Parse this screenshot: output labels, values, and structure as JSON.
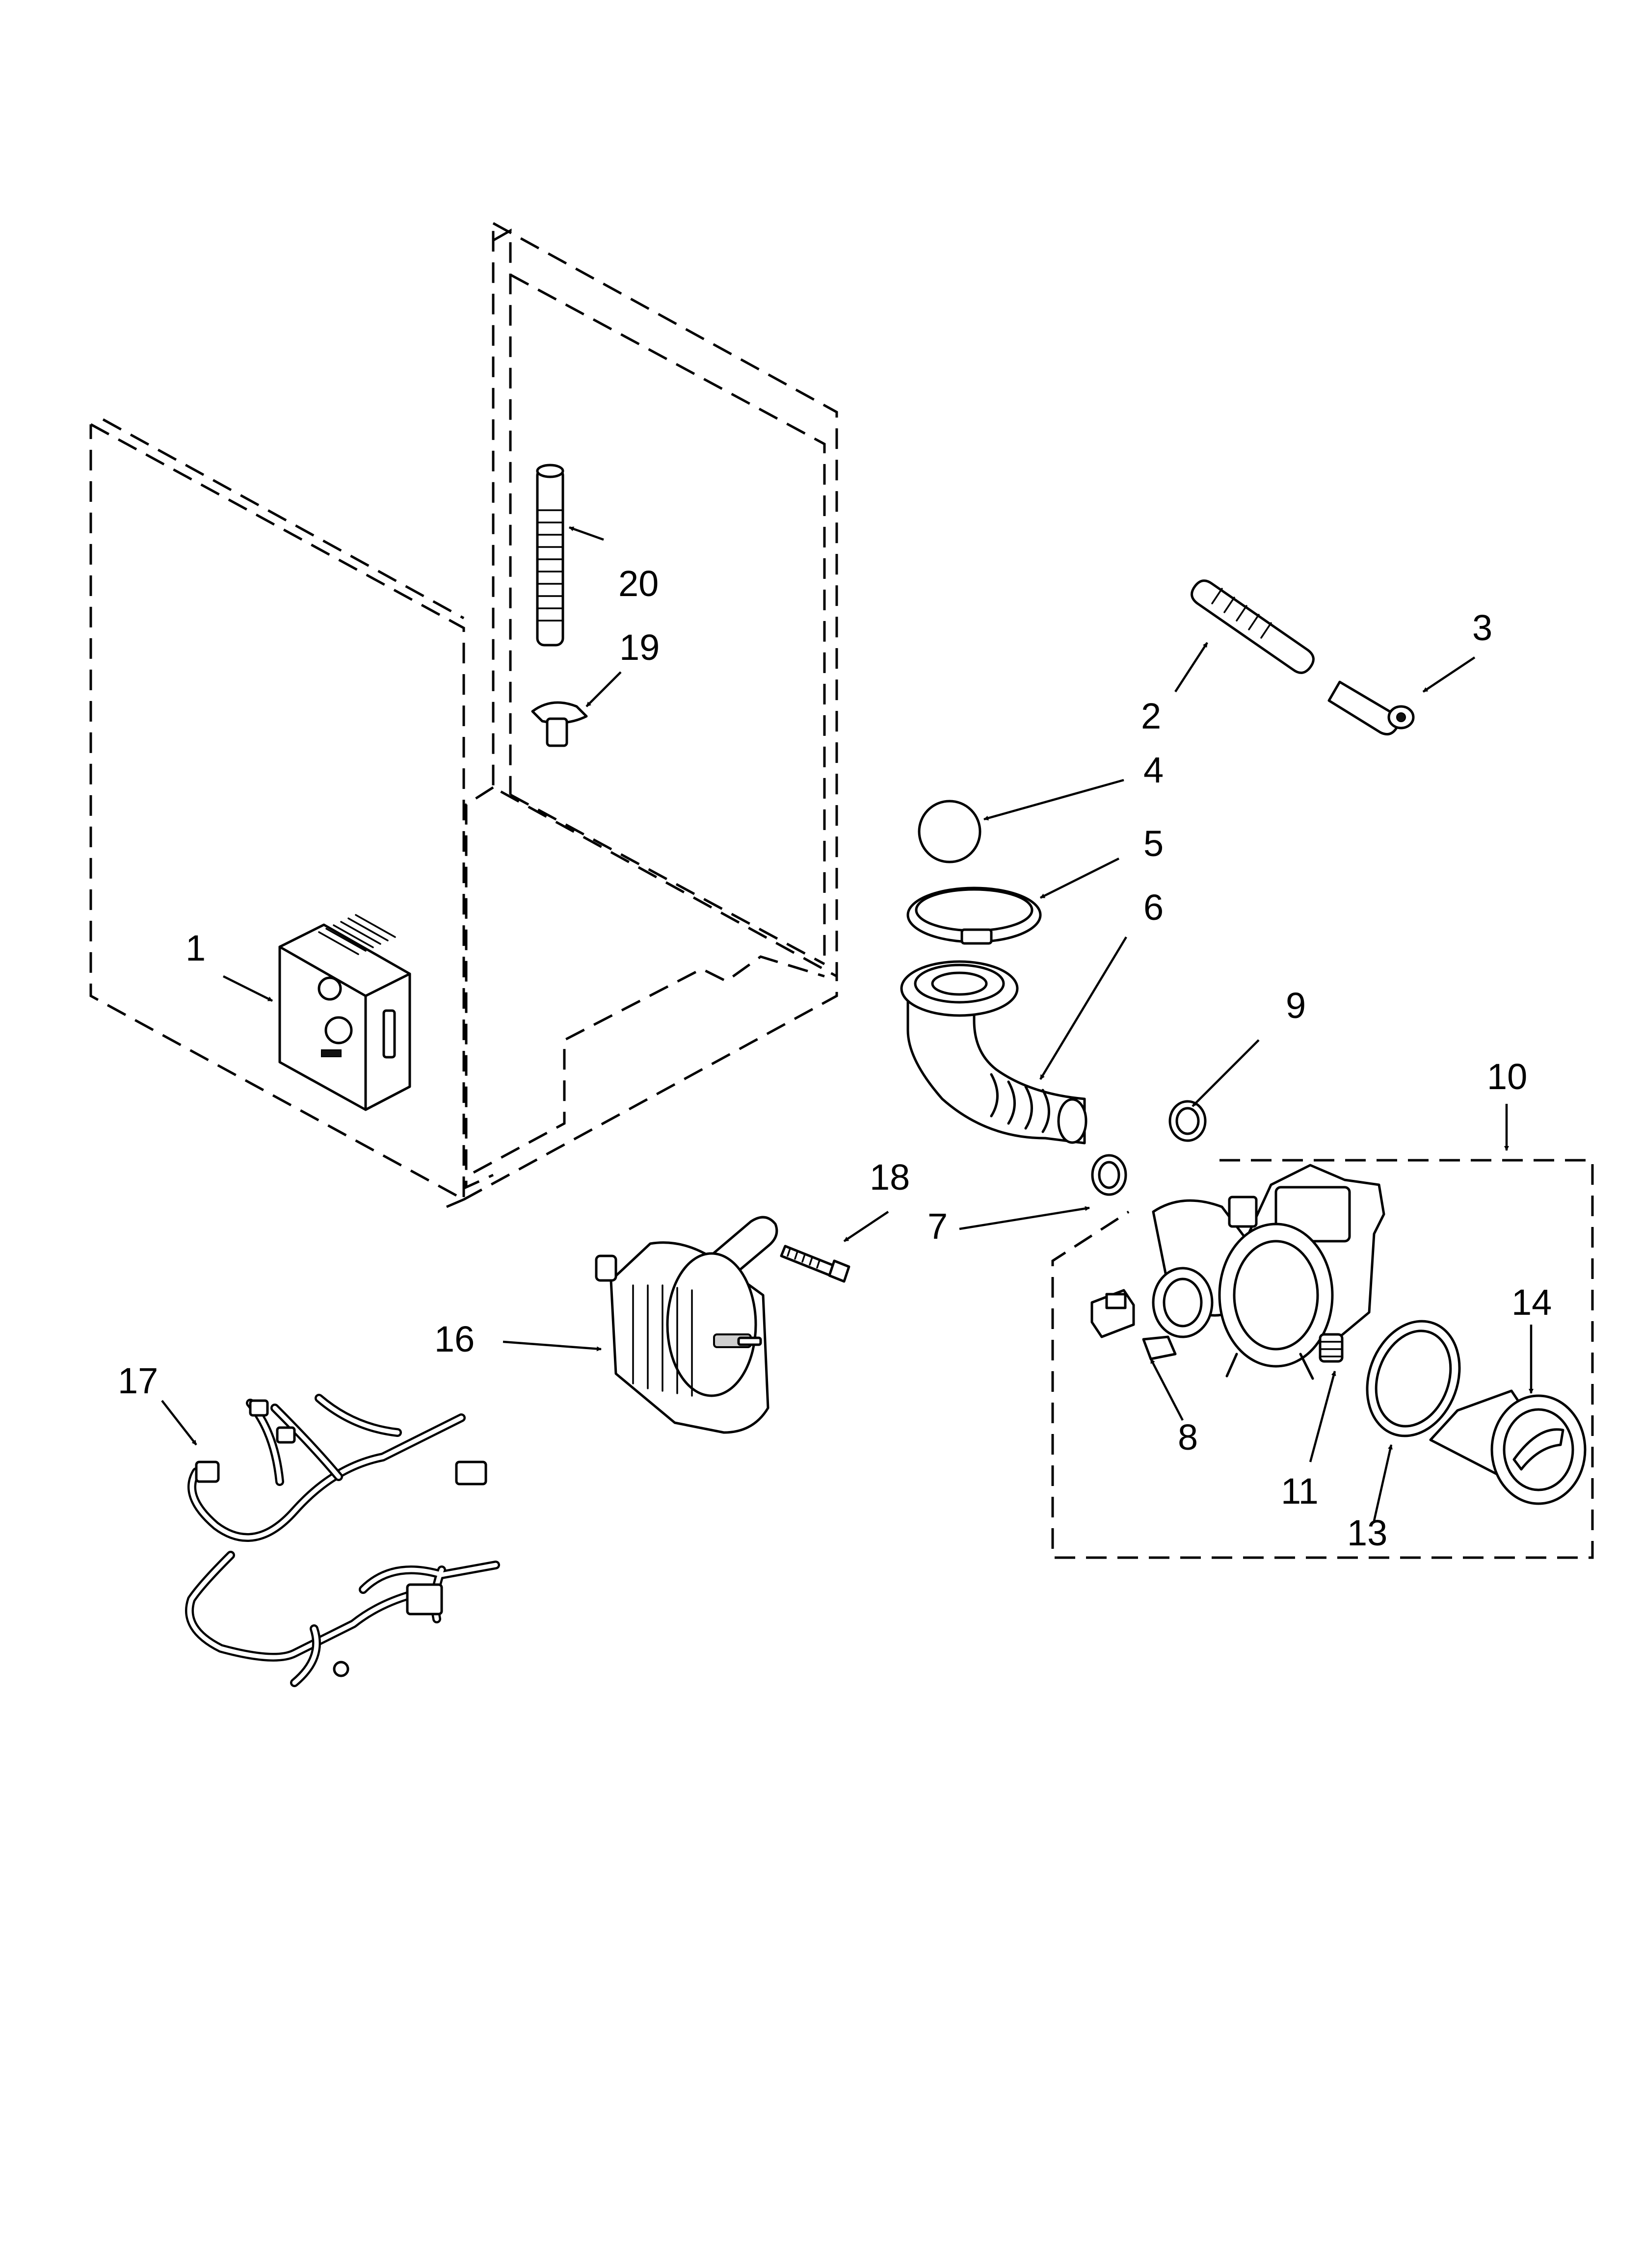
{
  "diagram": {
    "colors": {
      "line": "#000000",
      "background": "#ffffff"
    },
    "callouts": [
      {
        "id": "1",
        "label": "1"
      },
      {
        "id": "2",
        "label": "2"
      },
      {
        "id": "3",
        "label": "3"
      },
      {
        "id": "4",
        "label": "4"
      },
      {
        "id": "5",
        "label": "5"
      },
      {
        "id": "6",
        "label": "6"
      },
      {
        "id": "7",
        "label": "7"
      },
      {
        "id": "8",
        "label": "8"
      },
      {
        "id": "9",
        "label": "9"
      },
      {
        "id": "10",
        "label": "10"
      },
      {
        "id": "11",
        "label": "11"
      },
      {
        "id": "13",
        "label": "13"
      },
      {
        "id": "14",
        "label": "14"
      },
      {
        "id": "16",
        "label": "16"
      },
      {
        "id": "17",
        "label": "17"
      },
      {
        "id": "18",
        "label": "18"
      },
      {
        "id": "19",
        "label": "19"
      },
      {
        "id": "20",
        "label": "20"
      }
    ]
  }
}
